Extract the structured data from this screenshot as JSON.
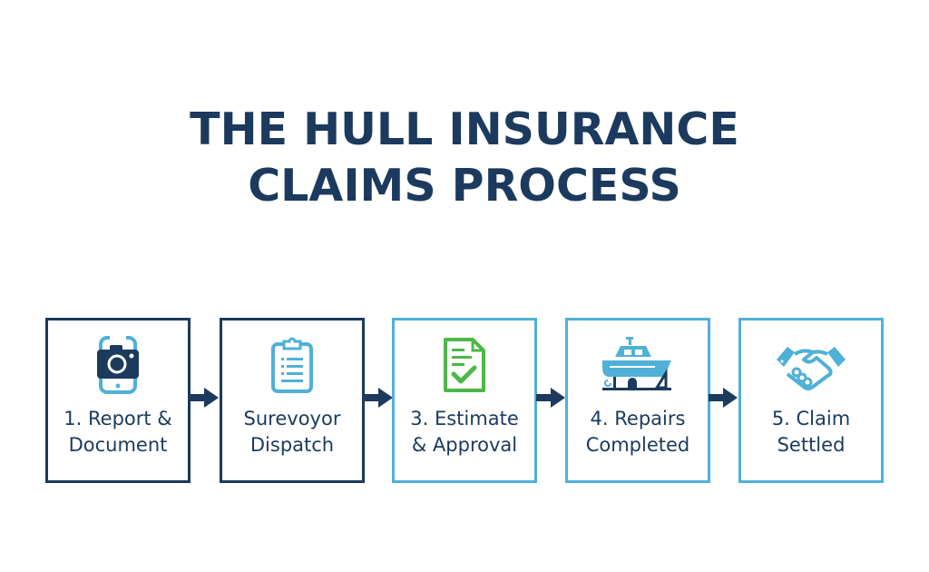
{
  "title": {
    "line1": "THE HULL INSURANCE",
    "line2": "CLAIMS PROCESS"
  },
  "colors": {
    "navy": "#1b3a5e",
    "light_blue": "#4fb0d8",
    "green": "#4cb848"
  },
  "steps": [
    {
      "line1": "1. Report &",
      "line2": "Document",
      "icon": "phone-camera-icon"
    },
    {
      "line1": "Surevoyor",
      "line2": "Dispatch",
      "icon": "clipboard-icon"
    },
    {
      "line1": "3. Estimate",
      "line2": "& Approval",
      "icon": "document-check-icon"
    },
    {
      "line1": "4. Repairs",
      "line2": "Completed",
      "icon": "boat-drydock-icon"
    },
    {
      "line1": "5. Claim",
      "line2": "Settled",
      "icon": "handshake-icon"
    }
  ]
}
